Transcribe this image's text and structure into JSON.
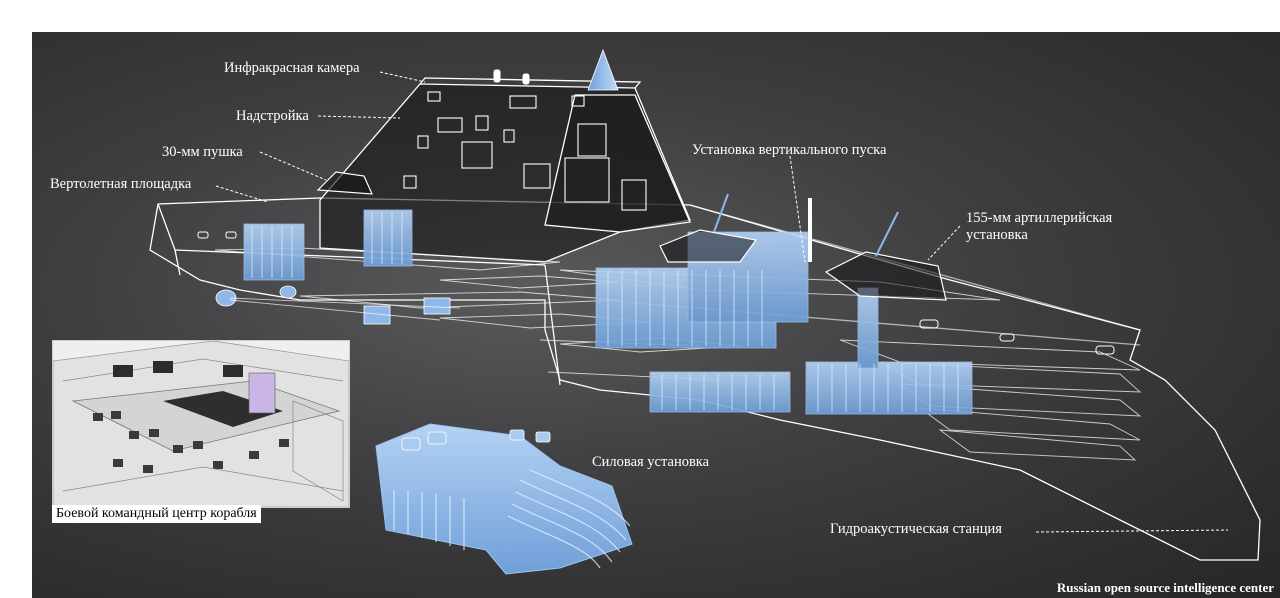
{
  "labels": {
    "ir_camera": "Инфракрасная камера",
    "superstructure": "Надстройка",
    "gun_30mm": "30-мм пушка",
    "helipad": "Вертолетная площадка",
    "vls": "Установка вертикального пуска",
    "artillery_155": "155-мм артиллерийская установка",
    "power_plant": "Силовая установка",
    "sonar": "Гидроакустическая станция",
    "cic": "Боевой командный центр корабля"
  },
  "credit": "Russian open source intelligence center",
  "colors": {
    "background": "#3e3e40",
    "outline": "#ffffff",
    "component": "#8fb8e8",
    "text": "#ffffff"
  }
}
